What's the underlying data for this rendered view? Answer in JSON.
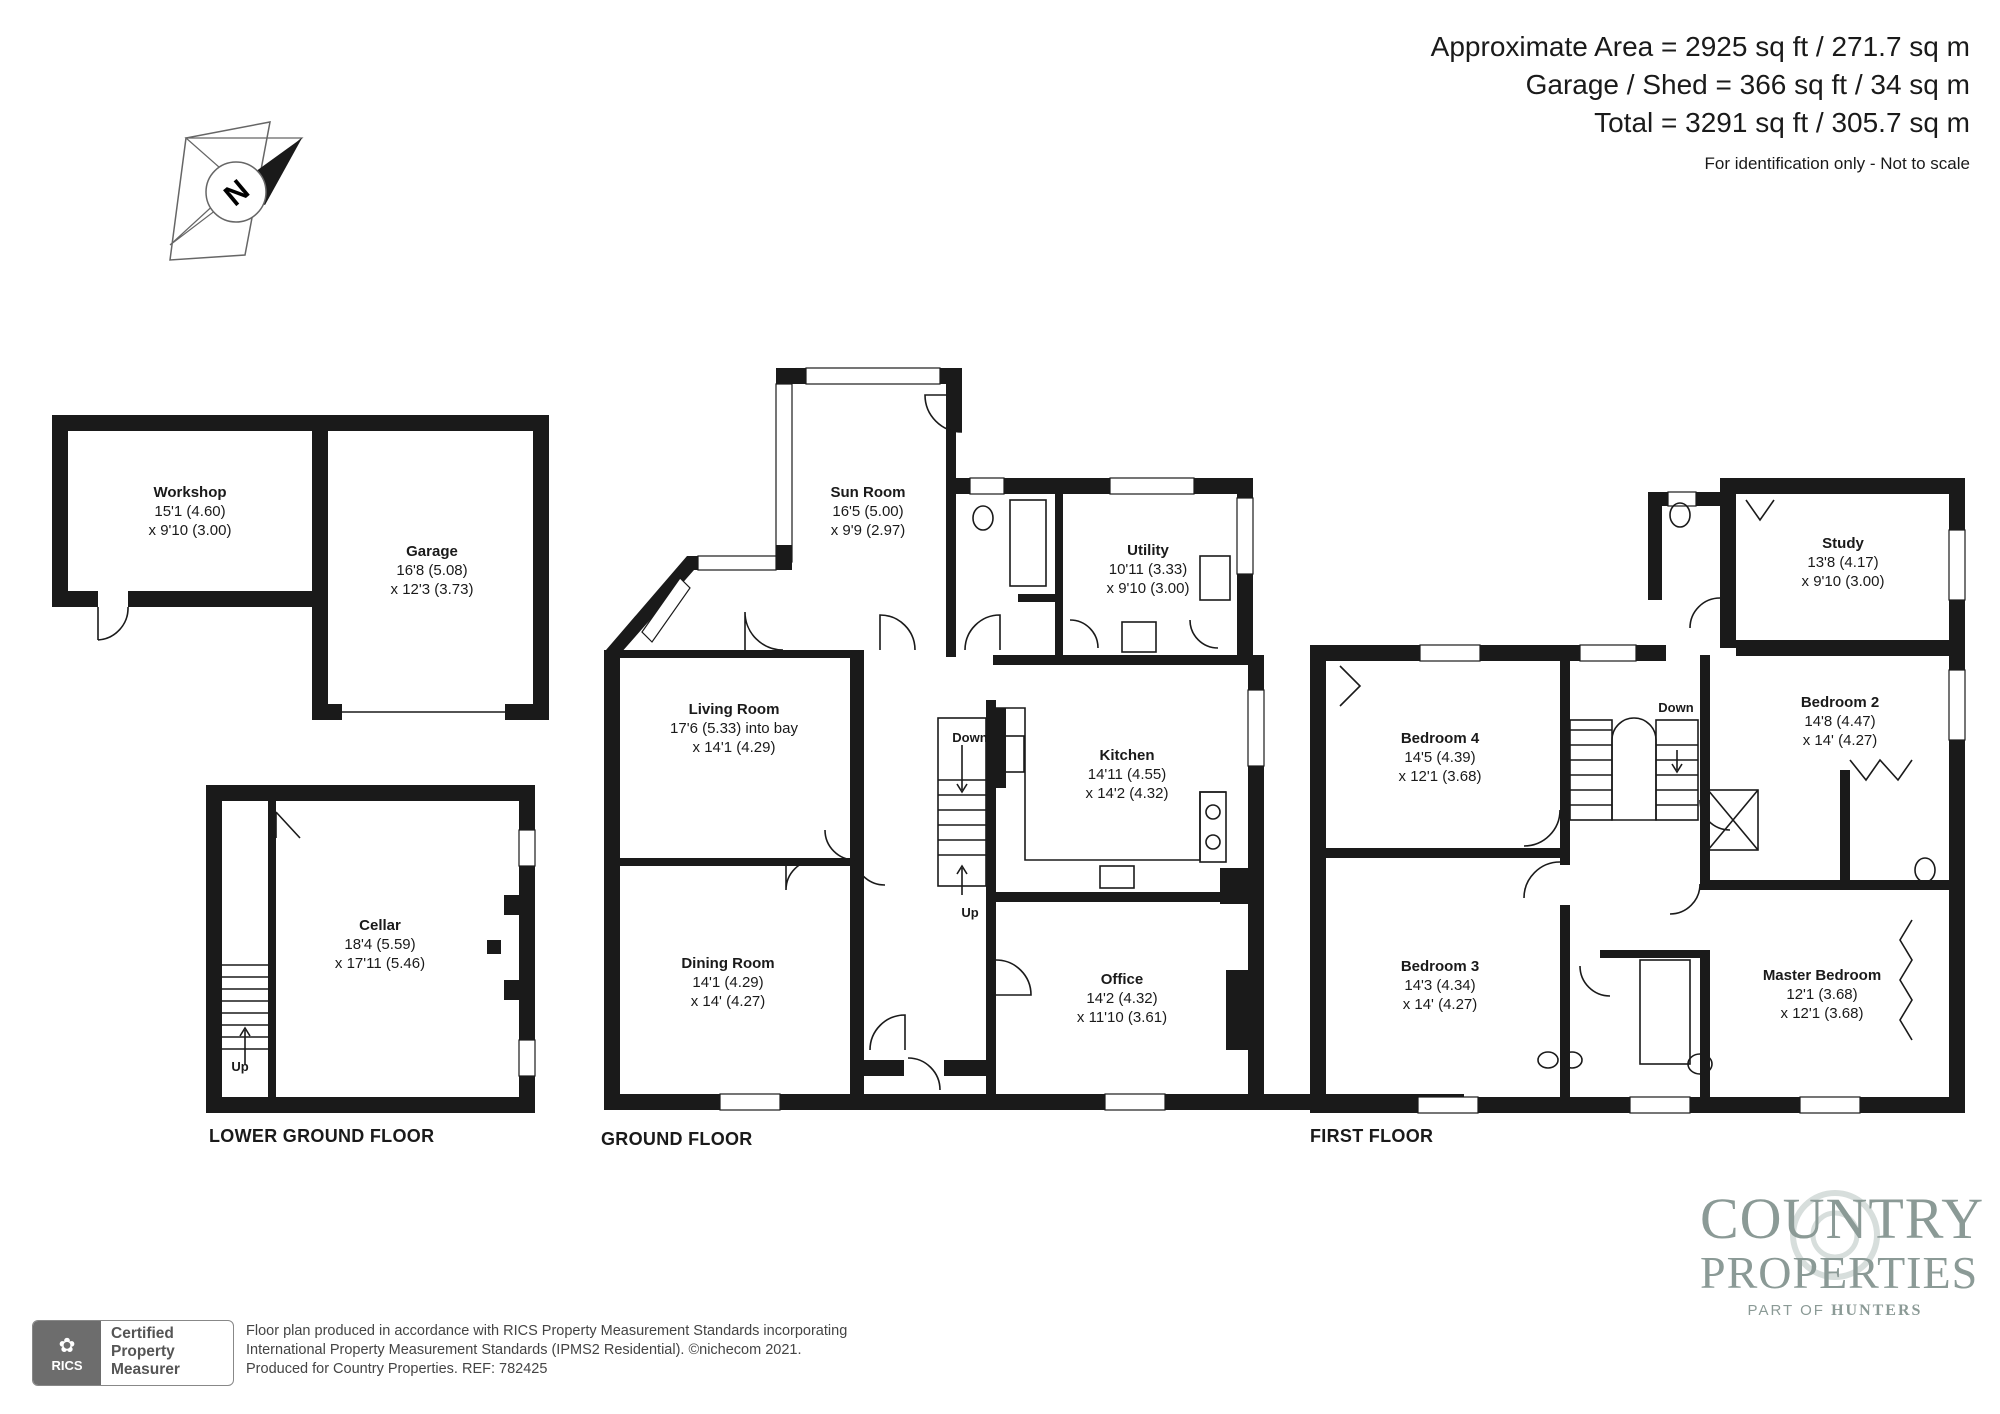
{
  "area": {
    "approx": "Approximate Area = 2925 sq ft / 271.7 sq m",
    "garage_shed": "Garage / Shed = 366 sq ft / 34 sq m",
    "total": "Total = 3291 sq ft / 305.7 sq m",
    "note": "For identification only - Not to scale"
  },
  "compass": {
    "letter": "N"
  },
  "floors": {
    "lower_ground": "LOWER GROUND FLOOR",
    "ground": "GROUND FLOOR",
    "first": "FIRST FLOOR"
  },
  "rooms": {
    "workshop": {
      "name": "Workshop",
      "d1": "15'1 (4.60)",
      "d2": "x 9'10 (3.00)"
    },
    "garage": {
      "name": "Garage",
      "d1": "16'8 (5.08)",
      "d2": "x 12'3 (3.73)"
    },
    "cellar": {
      "name": "Cellar",
      "d1": "18'4 (5.59)",
      "d2": "x 17'11 (5.46)"
    },
    "sun_room": {
      "name": "Sun Room",
      "d1": "16'5 (5.00)",
      "d2": "x 9'9 (2.97)"
    },
    "utility": {
      "name": "Utility",
      "d1": "10'11 (3.33)",
      "d2": "x 9'10 (3.00)"
    },
    "living_room": {
      "name": "Living Room",
      "d1": "17'6 (5.33) into bay",
      "d2": "x 14'1 (4.29)"
    },
    "kitchen": {
      "name": "Kitchen",
      "d1": "14'11 (4.55)",
      "d2": "x 14'2 (4.32)"
    },
    "dining_room": {
      "name": "Dining Room",
      "d1": "14'1 (4.29)",
      "d2": "x 14' (4.27)"
    },
    "office": {
      "name": "Office",
      "d1": "14'2 (4.32)",
      "d2": "x 11'10 (3.61)"
    },
    "study": {
      "name": "Study",
      "d1": "13'8 (4.17)",
      "d2": "x 9'10 (3.00)"
    },
    "bedroom_4": {
      "name": "Bedroom 4",
      "d1": "14'5 (4.39)",
      "d2": "x 12'1 (3.68)"
    },
    "bedroom_2": {
      "name": "Bedroom 2",
      "d1": "14'8 (4.47)",
      "d2": "x 14' (4.27)"
    },
    "bedroom_3": {
      "name": "Bedroom 3",
      "d1": "14'3 (4.34)",
      "d2": "x 14' (4.27)"
    },
    "master_bedroom": {
      "name": "Master Bedroom",
      "d1": "12'1 (3.68)",
      "d2": "x 12'1 (3.68)"
    }
  },
  "stairs": {
    "up": "Up",
    "down": "Down"
  },
  "badge": {
    "org": "RICS",
    "line1": "Certified",
    "line2": "Property",
    "line3": "Measurer"
  },
  "footer": {
    "line1": "Floor plan produced in accordance with RICS Property Measurement Standards incorporating",
    "line2": "International Property Measurement Standards (IPMS2 Residential).   ©nichecom 2021.",
    "line3": "Produced for Country Properties.   REF: 782425"
  },
  "brand": {
    "line1": "COUNTRY",
    "line2": "PROPERTIES",
    "part_of": "PART OF",
    "parent": "HUNTERS"
  }
}
